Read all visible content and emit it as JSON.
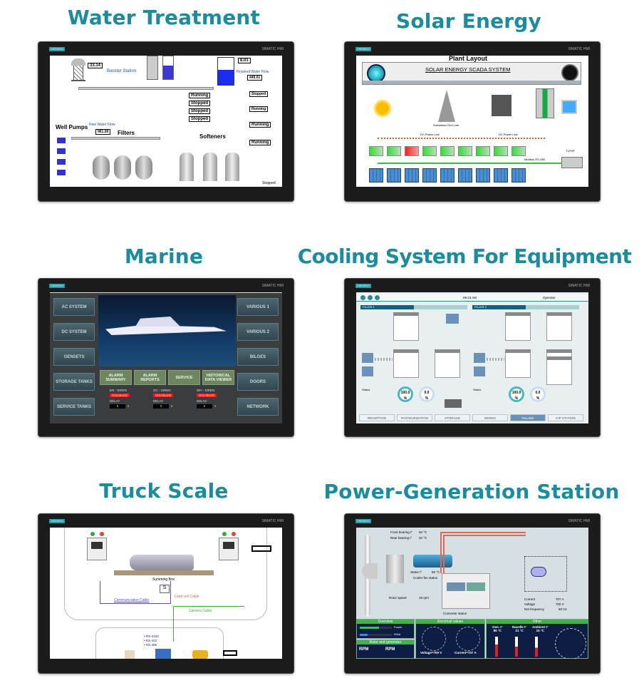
{
  "titles": {
    "water": "Water Treatment",
    "solar": "Solar Energy",
    "marine": "Marine",
    "cooling": "Cooling System For Equipment",
    "truck": "Truck Scale",
    "power": "Power-Generation Station"
  },
  "bezel": {
    "brand": "SIEMENS",
    "model": "SIMATIC HMI"
  },
  "water": {
    "tower_value": "33.14",
    "tank_value": "8.01",
    "booster": "Booster Station",
    "well_pumps": "Well Pumps",
    "filters": "Filters",
    "softeners": "Softeners",
    "raw_flow": "Raw Water Flow",
    "raw_value": "961.09",
    "finished_flow": "Finished Water Flow",
    "finished_value": "449.01",
    "pump1": "Running",
    "pump2": "Stopped",
    "pump3": "Stopped",
    "pump4": "Stopped",
    "chlorine1": "Stopped",
    "chlorine2": "Running",
    "phosphate": "Running",
    "kmno4": "Running",
    "brine": "Stopped"
  },
  "solar": {
    "page_title": "Plant Layout",
    "header": "SOLAR ENERGY SCADA SYSTEM",
    "dc_line": "DC Power Line",
    "dc_line2": "DC Power Line",
    "substation": "Substation Grid Line",
    "modbus": "Modbus RS-485",
    "tcpip": "TCP/IP"
  },
  "marine": {
    "left": [
      "AC SYSTEM",
      "DC SYSTEM",
      "GENSETS",
      "STORAGE TANKS",
      "SERVICE TANKS"
    ],
    "right": [
      "VARIOUS 1",
      "VARIOUS 2",
      "BILGES",
      "DOORS",
      "NETWORK"
    ],
    "center": [
      "ALARM SUMMARY",
      "ALARM REPORTS",
      "SERVICE",
      "HISTORICAL DATA VIEWER"
    ],
    "sirens": [
      {
        "name": "ER - SIREN",
        "state": "DISABLED",
        "delay_label": "DELAY",
        "delay": "0",
        "unit": "s"
      },
      {
        "name": "GC - SIREN",
        "state": "DISABLED",
        "delay_label": "DELAY",
        "delay": "0",
        "unit": "s"
      },
      {
        "name": "WH - SIREN",
        "state": "DISABLED",
        "delay_label": "DELAY",
        "delay": "0",
        "unit": "s"
      }
    ]
  },
  "cooling": {
    "time": "09:23 AM",
    "user": "Operator",
    "line1": "FILLER 1",
    "line2": "FILLER 2",
    "gauge1": "100.0",
    "gauge2": "0.0",
    "gauge_unit": "%",
    "status_label": "Status",
    "tabs": [
      "RECEPTION",
      "PASTEURIZATION",
      "STORAGE",
      "MIXING",
      "FILLING",
      "CIP STATION"
    ],
    "active_tab": 4
  },
  "truck": {
    "summing_box": "Summing Box",
    "s": "S",
    "comm": "Communication Cable",
    "load": "Load cell Cable",
    "camera": "Camera Cable",
    "ports": [
      "• RS-232C",
      "• RS-422",
      "• RS-485"
    ]
  },
  "power": {
    "front": "Front bearing t°",
    "front_v": "50 °C",
    "rear": "Rear bearing t°",
    "rear_v": "40 °C",
    "stator": "Stator t°",
    "stator_v": "55 °C",
    "cooler": "Cooler fan status",
    "rotor": "Rotor speed",
    "rotor_v": "18 rpm",
    "converter": "Converter status",
    "current": "Current",
    "current_v": "707 A",
    "voltage": "Voltage",
    "voltage_v": "700 V",
    "freq": "Net frequency",
    "freq_v": "50 Hz",
    "overview": "Overview",
    "power_l": "Power",
    "wind": "Wind",
    "electrical": "Electrical values",
    "other": "Other",
    "rotor_gen": "Rotor and generator",
    "gen": "Gen. t°",
    "gen_v": "85 °C",
    "nacelle": "Nacelle t°",
    "nacelle_v": "21 °C",
    "ambient": "Ambient t°",
    "ambient_v": "15 °C",
    "v_read": "Voltage=700 V",
    "c_read": "Current=707 A",
    "rpm": "RPM",
    "power_fill": 0.6,
    "wind_fill": 0.25
  }
}
